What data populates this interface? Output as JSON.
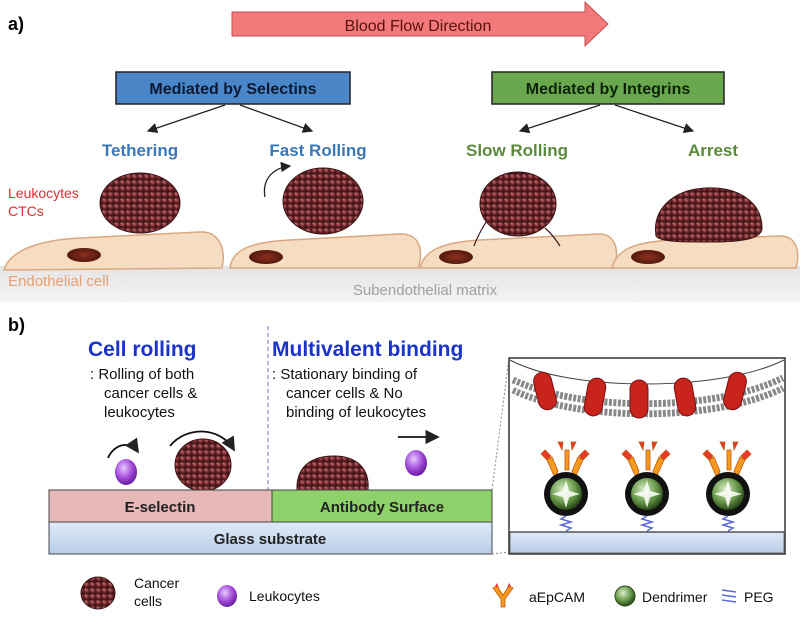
{
  "panel_a": {
    "label": "a)",
    "flow_arrow": "Blood Flow Direction",
    "box_selectins": "Mediated by Selectins",
    "box_integrins": "Mediated by Integrins",
    "stage_1": "Tethering",
    "stage_2": "Fast Rolling",
    "stage_3": "Slow Rolling",
    "stage_4": "Arrest",
    "cell_label_1": "Leukocytes",
    "cell_label_2": "CTCs",
    "endothelial_label": "Endothelial cell",
    "matrix_label": "Subendothelial matrix"
  },
  "panel_b": {
    "label": "b)",
    "rolling_title": "Cell rolling",
    "rolling_desc_1": ": Rolling of both",
    "rolling_desc_2": "cancer cells &",
    "rolling_desc_3": "leukocytes",
    "multi_title": "Multivalent binding",
    "multi_desc_1": ": Stationary binding of",
    "multi_desc_2": "cancer cells & No",
    "multi_desc_3": "binding of leukocytes",
    "eselectin": "E-selectin",
    "antibody_surface": "Antibody Surface",
    "glass": "Glass substrate"
  },
  "legend": {
    "cancer_1": "Cancer",
    "cancer_2": "cells",
    "leukocytes": "Leukocytes",
    "aepcam": "aEpCAM",
    "dendrimer": "Dendrimer",
    "peg": "PEG"
  },
  "colors": {
    "flow_arrow": "#f07070",
    "selectin_box": "#4a86c8",
    "integrin_box": "#6aa84f",
    "selectin_text": "#3a78b8",
    "integrin_text": "#5a8a3c",
    "cell_label": "#d93030",
    "endothelial_text": "#e8a070",
    "endothelium": "#f6dcc0",
    "tumor": "#7a2a30",
    "leukocyte": "#9b3fd6",
    "eselectin_fill": "#e6b8b8",
    "antibody_fill": "#8fd16a",
    "glass_fill": "#cfe0f4",
    "title_blue": "#1a33c8",
    "receptor_red": "#c8241c"
  }
}
